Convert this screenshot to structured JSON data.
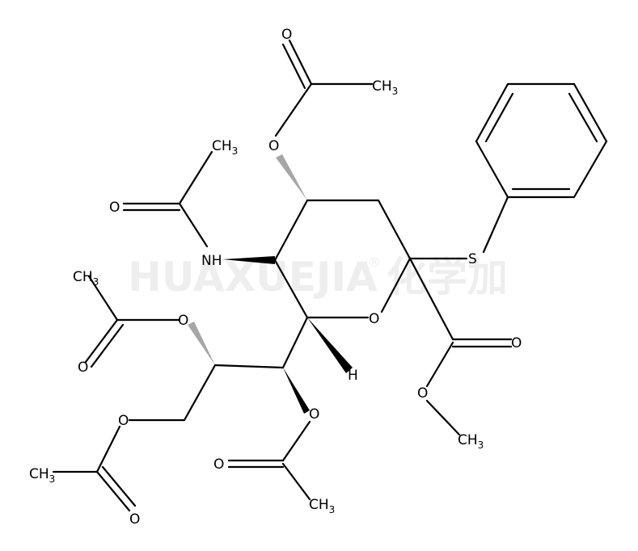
{
  "watermark": {
    "brand": "HUAXUEJIA",
    "registered": "®",
    "cn": "化学加"
  },
  "labels": {
    "o_acetyl_top": "O",
    "ch3_top_right": "CH",
    "ch3_top_right_sub": "3",
    "o_ester_top": "O",
    "ch3_amide": "CH",
    "ch3_amide_sub": "3",
    "o_amide": "O",
    "nh": "NH",
    "s": "S",
    "o_ring": "O",
    "ch3_left": "CH",
    "ch3_left_sub": "3",
    "o_ester_left": "O",
    "o_carbonyl_left": "O",
    "h": "H",
    "o_carbonyl_right": "O",
    "o_methyl_ester": "O",
    "ch3_methyl_ester": "CH",
    "ch3_methyl_ester_sub": "3",
    "o_ester_lower_left": "O",
    "o_ester_mid": "O",
    "o_carbonyl_mid": "O",
    "ch3_bottom_left": "CH",
    "ch3_bottom_left_sub": "3",
    "o_carbonyl_bottom_left": "O",
    "ch3_bottom_mid": "CH",
    "ch3_bottom_mid_sub": "3"
  }
}
